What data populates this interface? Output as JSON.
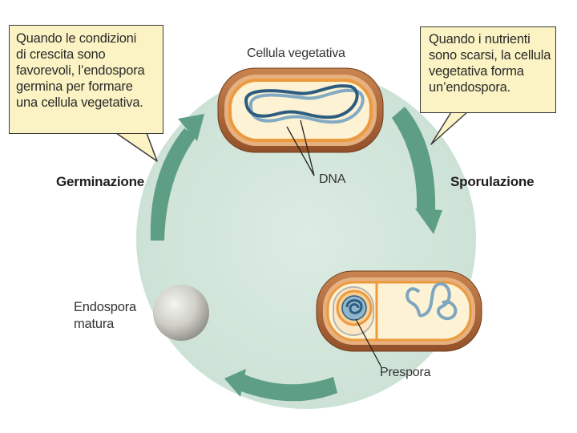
{
  "callouts": {
    "germination_text": "Quando le condizioni\ndi crescita sono\nfavorevoli, l’endospora\ngermina per formare\nuna cellula vegetativa.",
    "sporulation_text": "Quando i nutrienti\nsono scarsi, la cellula\nvegetativa forma\nun’endospora."
  },
  "labels": {
    "vegetative_cell": "Cellula vegetativa",
    "dna": "DNA",
    "germination": "Germinazione",
    "sporulation": "Sporulazione",
    "mature_endospore": "Endospora\nmatura",
    "prespore": "Prespora"
  },
  "colors": {
    "background_disc": "#d3e6dc",
    "arrow": "#5e9e85",
    "callout_fill": "#fbf3c3",
    "cell_wall": "#b2693a",
    "cell_membrane": "#ec9a3e",
    "cytoplasm": "#fdf2d4",
    "dna_dark": "#2c5d80",
    "dna_light": "#82aac2",
    "endospore": "#c9c9c2"
  },
  "icons": [
    "curved-arrow",
    "rod-cell",
    "dna-strand",
    "endospore-sphere"
  ]
}
